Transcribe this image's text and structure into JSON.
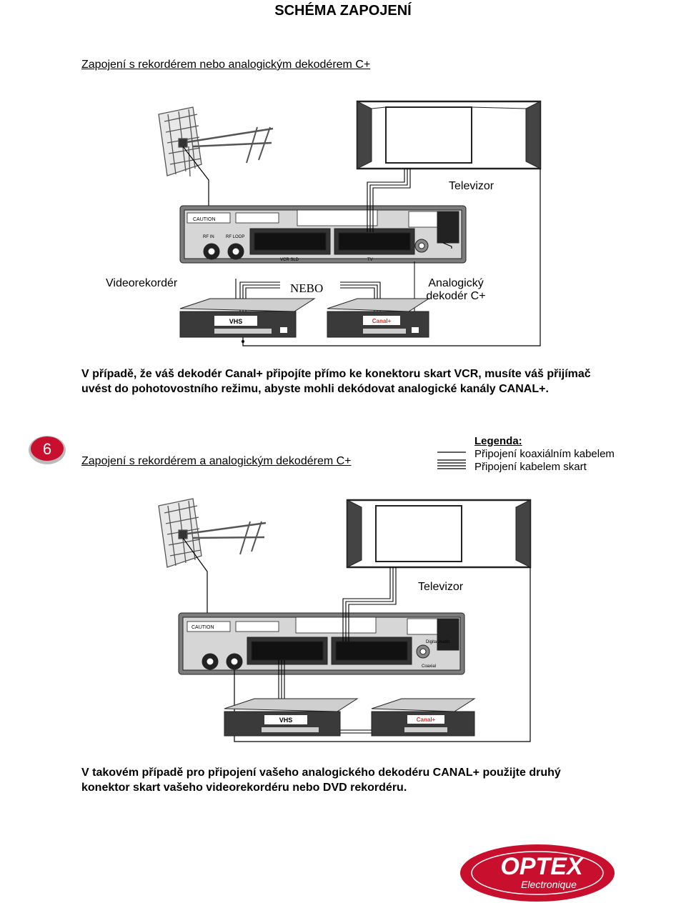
{
  "title": "SCHÉMA ZAPOJENÍ",
  "section1": {
    "heading": "Zapojení s rekordérem nebo analogickým dekodérem C+",
    "tv_label": "Televizor",
    "vcr_label": "Videorekordér",
    "or_label": "NEBO",
    "decoder_label_line1": "Analogický",
    "decoder_label_line2": "dekodér C+",
    "vcr_badge": "VHS",
    "decoder_badge": "Canal+",
    "note": "V případě, že váš dekodér Canal+ připojíte přímo ke konektoru skart VCR, musíte váš přijímač uvést do pohotovostního režimu, abyste mohli dekódovat analogické kanály CANAL+."
  },
  "section2": {
    "step_number": "6",
    "heading": "Zapojení s rekordérem a analogickým dekodérem C+",
    "tv_label": "Televizor",
    "vcr_badge": "VHS",
    "decoder_badge": "Canal+",
    "note": "V takovém případě pro připojení vašeho analogického dekodéru CANAL+ použijte druhý konektor skart vašeho videorekordéru nebo DVD rekordéru."
  },
  "legend": {
    "title": "Legenda:",
    "coax": "Připojení koaxiálním kabelem",
    "scart": "Připojení kabelem skart"
  },
  "receiver_panel": {
    "caution": "CAUTION",
    "rf_in": "RF IN",
    "rf_loop": "RF LOOP",
    "scart_vcr": "VCR SLD",
    "scart_tv": "TV",
    "digital_audio": "Digital Audio",
    "coaxial": "Coaxial"
  },
  "brand": {
    "name": "OPTEX",
    "tagline": "Electronique"
  },
  "colors": {
    "brand_red": "#c8102e",
    "badge_red": "#d9342b",
    "device_gray": "#3a3a3a"
  }
}
